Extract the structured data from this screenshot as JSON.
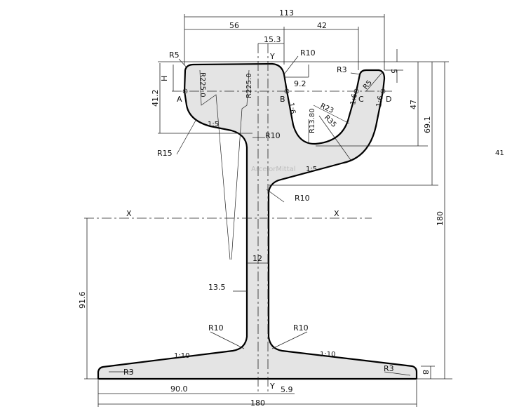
{
  "drawing": {
    "title": "Grooved rail profile",
    "watermark": "ArcelorMittal",
    "colors": {
      "fill": "#e4e4e4",
      "outline": "#000000"
    },
    "labels": {
      "top_width": "113",
      "head_width": "56",
      "offset_15_3": "15.3",
      "groove_width": "42",
      "r5_top": "R5",
      "y_top": "Y",
      "r10_top": "R10",
      "r3_top": "R3",
      "dim_5": "5",
      "h": "H",
      "dim_41_2": "41.2",
      "a": "A",
      "r225_a": "R225.0",
      "r225_b": "R225.0",
      "b": "B",
      "dim_9_2": "9.2",
      "slope_b": "1:6",
      "c": "C",
      "d": "D",
      "slope_c": "1:6",
      "slope_d": "1:6",
      "r5_lip": "R5",
      "r23": "R23",
      "r13_80": "R13.80",
      "r35": "R35",
      "dim_47": "47",
      "dim_69_1": "69.1",
      "slope_head": "1:5",
      "r10_neck": "R10",
      "r15": "R15",
      "slope_lip": "1:5",
      "r10_lip": "R10",
      "x_left": "X",
      "x_right": "X",
      "height_180": "180",
      "side_41": "41",
      "web_12": "12",
      "dim_91_6": "91.6",
      "dim_13_5": "13.5",
      "r10_foot_left": "R10",
      "r10_foot_right": "R10",
      "slope_foot_left": "1:10",
      "slope_foot_right": "1:10",
      "r3_foot_left": "R3",
      "r3_foot_right": "R3",
      "dim_8": "8",
      "dim_90": "90.0",
      "y_bottom": "Y",
      "dim_5_9": "5.9",
      "foot_width": "180"
    }
  }
}
